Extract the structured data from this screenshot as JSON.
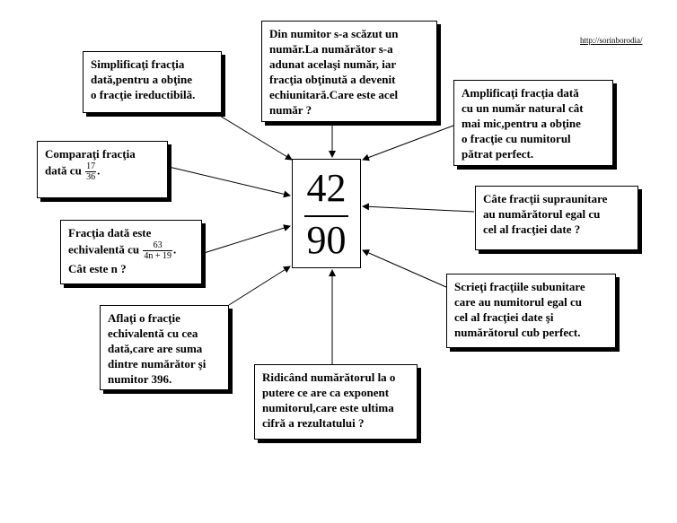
{
  "url": "http://sorinborodia/",
  "center": {
    "numerator": "42",
    "denominator": "90"
  },
  "boxes": {
    "top": [
      "Din numitor s-a scăzut un",
      "număr.La numărător s-a",
      "adunat acelaşi număr,  iar",
      "fracţia obţinută a devenit",
      "echiunitară.Care este acel",
      "număr ?"
    ],
    "simplify": [
      "Simplificaţi  fracţia",
      "dată,pentru a obţine",
      "o fracţie ireductibilă."
    ],
    "amplify": [
      "Amplificaţi  fracţia dată",
      "cu un număr natural cât",
      "mai mic,pentru a obţine",
      "o fracţie cu numitorul",
      "pătrat perfect."
    ],
    "compare": {
      "text": "Comparaţi fracţia",
      "prefix": "dată cu",
      "num": "17",
      "den": "36",
      "suffix": "."
    },
    "supra": [
      "Câte fracţii supraunitare",
      "au numărătorul egal cu",
      "cel al fracţiei date ?"
    ],
    "equiv": {
      "text": "Fracţia dată este",
      "prefix": "echivalentă cu",
      "num": "63",
      "den": "4n + 19",
      "suffix": ".",
      "last": "Cât este n ?"
    },
    "sub": [
      "Scrieţi fracţiile subunitare",
      "care au numitorul egal cu",
      "cel al fracţiei date şi",
      "numărătorul cub perfect."
    ],
    "sum": [
      "Aflaţi o fracţie",
      "echivalentă cu cea",
      "dată,care are suma",
      "dintre numărător şi",
      "numitor 396."
    ],
    "power": [
      "Ridicând numărătorul la o",
      "putere ce are ca exponent",
      "numitorul,care este ultima",
      "cifră a rezultatului ?"
    ]
  }
}
